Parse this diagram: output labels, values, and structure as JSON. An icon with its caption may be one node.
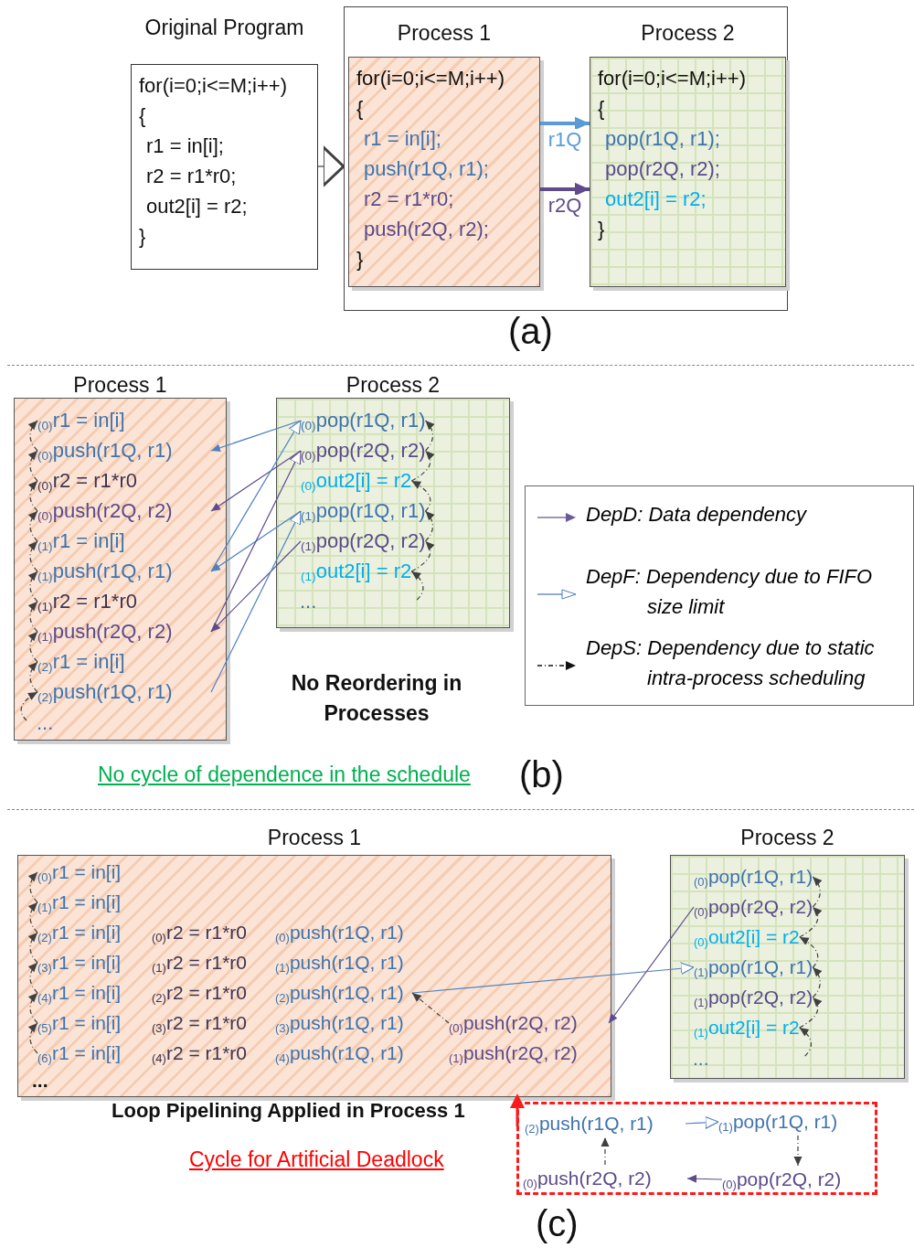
{
  "diagram": {
    "nodes": [
      {
        "text": [
          "Original Program",
          "for(i=0;i<=M;i++)",
          "{",
          "r1 = in[i];",
          "r2 = r1*r0;",
          "out2[i] = r2;",
          "}"
        ]
      },
      {
        "text": [],
        "shape": "box"
      },
      {
        "text": [
          "Process 1",
          "for(i=0;i<=M;i++)",
          "{",
          "r1 = in[i];",
          "push(r1Q, r1);",
          "r2 = r1*r0;",
          "push(r2Q, r2);",
          "}"
        ],
        "in": 1
      },
      {
        "text": [
          "Process 2",
          "for(i=0;i<=M;i++)",
          "{",
          "pop(r1Q, r1);",
          "pop(r2Q, r2);",
          "out2[i] = r2;",
          "}"
        ],
        "in": 1
      },
      {
        "text": [
          "Process 1"
        ]
      },
      {
        "text": [
          "$_{(0)}$r1 = in[i]"
        ],
        "in": 4
      },
      {
        "text": [
          "$_{(0)}$push(r1Q, r1)"
        ],
        "in": 4
      },
      {
        "text": [
          "$_{(0)}$r2 = r1*r0"
        ],
        "in": 4
      },
      {
        "text": [
          "$_{(0)}$push(r2Q, r2)"
        ],
        "in": 4
      },
      {
        "text": [
          "$_{(1)}$r1 = in[i]"
        ],
        "in": 4
      },
      {
        "text": [
          "$_{(1)}$push(r1Q, r1)"
        ],
        "in": 4
      },
      {
        "text": [
          "$_{(1)}$r2 = r1*r0"
        ],
        "in": 4
      },
      {
        "text": [
          "$_{(1)}$push(r2Q, r2)"
        ],
        "in": 4
      },
      {
        "text": [
          "$_{(2)}$r1 = in[i]"
        ],
        "in": 4
      },
      {
        "text": [
          "$_{(2)}$push(r1Q, r1)"
        ],
        "in": 4
      },
      {
        "text": [
          "Process 2"
        ]
      },
      {
        "text": [
          "$_{(0)}$pop(r1Q, r1)"
        ],
        "in": 15
      },
      {
        "text": [
          "$_{(0)}$pop(r2Q, r2)"
        ],
        "in": 15
      },
      {
        "text": [
          "$_{(0)}$out2[i] = r2"
        ],
        "in": 15
      },
      {
        "text": [
          "$_{(1)}$pop(r1Q, r1)"
        ],
        "in": 15
      },
      {
        "text": [
          "$_{(1)}$pop(r2Q, r2)"
        ],
        "in": 15
      },
      {
        "text": [
          "$_{(1)}$out2[i] = r2"
        ],
        "in": 15
      },
      {
        "text": [
          "Process 1"
        ]
      },
      {
        "text": [
          "$_{(0)}$r1 = in[i]"
        ],
        "in": 22
      },
      {
        "text": [
          "$_{(1)}$r1 = in[i]"
        ],
        "in": 22
      },
      {
        "text": [
          "$_{(2)}$r1 = in[i]"
        ],
        "in": 22
      },
      {
        "text": [
          "$_{(0)}$r2 = r1*r0"
        ],
        "in": 22
      },
      {
        "text": [
          "$_{(0)}$push(r1Q, r1)"
        ],
        "in": 22
      },
      {
        "text": [
          "$_{(3)}$r1 = in[i]"
        ],
        "in": 22
      },
      {
        "text": [
          "$_{(1)}$r2 = r1*r0"
        ],
        "in": 22
      },
      {
        "text": [
          "$_{(1)}$push(r1Q, r1)"
        ],
        "in": 22
      },
      {
        "text": [
          "$_{(4)}$r1 = in[i]"
        ],
        "in": 22
      },
      {
        "text": [
          "$_{(2)}$r2 = r1*r0"
        ],
        "in": 22
      },
      {
        "text": [
          "$_{(2)}$push(r1Q, r1)"
        ],
        "in": 22
      },
      {
        "text": [
          "$_{(5)}$r1 = in[i]"
        ],
        "in": 22
      },
      {
        "text": [
          "$_{(3)}$r2 = r1*r0"
        ],
        "in": 22
      },
      {
        "text": [
          "$_{(3)}$push(r1Q, r1)"
        ],
        "in": 22
      },
      {
        "text": [
          "$_{(0)}$push(r2Q, r2)"
        ],
        "in": 22
      },
      {
        "text": [
          "$_{(6)}$r1 = in[i]"
        ],
        "in": 22
      },
      {
        "text": [
          "$_{(4)}$r2 = r1*r0"
        ],
        "in": 22
      },
      {
        "text": [
          "$_{(4)}$push(r1Q, r1)"
        ],
        "in": 22
      },
      {
        "text": [
          "$_{(1)}$push(r2Q, r2)"
        ],
        "in": 22
      },
      {
        "text": [
          "Process 2"
        ]
      },
      {
        "text": [
          "$_{(0)}$pop(r1Q, r1)"
        ],
        "in": 42
      },
      {
        "text": [
          "$_{(0)}$pop(r2Q, r2)"
        ],
        "in": 42
      },
      {
        "text": [
          "$_{(0)}$out2[i] = r2"
        ],
        "in": 42
      },
      {
        "text": [
          "$_{(1)}$pop(r1Q, r1)"
        ],
        "in": 42
      },
      {
        "text": [
          "$_{(1)}$pop(r2Q, r2)"
        ],
        "in": 42
      },
      {
        "text": [
          "$_{(1)}$out2[i] = r2"
        ],
        "in": 42
      },
      {
        "text": [],
        "shape": "box"
      },
      {
        "text": [
          "$_{(2)}$push(r1Q, r1)"
        ],
        "in": 49
      },
      {
        "text": [
          "$_{(1)}$pop(r1Q, r1)"
        ],
        "in": 49
      },
      {
        "text": [
          "$_{(0)}$push(r2Q, r2)"
        ],
        "in": 49
      },
      {
        "text": [
          "$_{(0)}$pop(r2Q, r2)"
        ],
        "in": 49
      }
    ],
    "edges": [
      {
        "from": 0,
        "to": 1,
        "arrow": "to"
      },
      {
        "from": 2,
        "to": 3,
        "arrow": "to",
        "label": "r1Q",
        "style": "thick",
        "color": "#5b9bd5"
      },
      {
        "from": 2,
        "to": 3,
        "arrow": "to",
        "label": "r2Q",
        "style": "thick",
        "color": "#5f4b8b"
      },
      {
        "from": 16,
        "to": 6,
        "arrow": "to",
        "color": "#4f81bd"
      },
      {
        "from": 17,
        "to": 8,
        "arrow": "to",
        "color": "#5f4b8b"
      },
      {
        "from": 10,
        "to": 16,
        "arrow": "to",
        "color": "#4f81bd"
      },
      {
        "from": 19,
        "to": 10,
        "arrow": "to",
        "color": "#4f81bd"
      },
      {
        "from": 12,
        "to": 17,
        "arrow": "to",
        "color": "#5f4b8b"
      },
      {
        "from": 20,
        "to": 12,
        "arrow": "to",
        "color": "#5f4b8b"
      },
      {
        "from": 14,
        "to": 19,
        "arrow": "to",
        "color": "#4f81bd"
      },
      {
        "from": 6,
        "to": 5,
        "arrow": "to",
        "style": "dashed"
      },
      {
        "from": 7,
        "to": 6,
        "arrow": "to",
        "style": "dashed"
      },
      {
        "from": 8,
        "to": 7,
        "arrow": "to",
        "style": "dashed"
      },
      {
        "from": 9,
        "to": 8,
        "arrow": "to",
        "style": "dashed"
      },
      {
        "from": 10,
        "to": 9,
        "arrow": "to",
        "style": "dashed"
      },
      {
        "from": 11,
        "to": 10,
        "arrow": "to",
        "style": "dashed"
      },
      {
        "from": 12,
        "to": 11,
        "arrow": "to",
        "style": "dashed"
      },
      {
        "from": 13,
        "to": 12,
        "arrow": "to",
        "style": "dashed"
      },
      {
        "from": 14,
        "to": 13,
        "arrow": "to",
        "style": "dashed"
      },
      {
        "from": null,
        "to": 14,
        "arrow": "to",
        "style": "dashed"
      },
      {
        "from": 17,
        "to": 16,
        "arrow": "to",
        "style": "dashed"
      },
      {
        "from": 18,
        "to": 17,
        "arrow": "to",
        "style": "dashed"
      },
      {
        "from": 19,
        "to": 18,
        "arrow": "to",
        "style": "dashed"
      },
      {
        "from": 20,
        "to": 19,
        "arrow": "to",
        "style": "dashed"
      },
      {
        "from": 21,
        "to": 20,
        "arrow": "to",
        "style": "dashed"
      },
      {
        "from": null,
        "to": 21,
        "arrow": "to",
        "style": "dashed"
      },
      {
        "from": 44,
        "to": 37,
        "arrow": "to",
        "color": "#5f4b8b"
      },
      {
        "from": 33,
        "to": 46,
        "arrow": "to",
        "color": "#4f81bd"
      },
      {
        "from": 37,
        "to": 33,
        "arrow": "to",
        "style": "dashed"
      },
      {
        "from": 24,
        "to": 23,
        "arrow": "to",
        "style": "dashed"
      },
      {
        "from": 25,
        "to": 24,
        "arrow": "to",
        "style": "dashed"
      },
      {
        "from": 28,
        "to": 25,
        "arrow": "to",
        "style": "dashed"
      },
      {
        "from": 31,
        "to": 28,
        "arrow": "to",
        "style": "dashed"
      },
      {
        "from": 34,
        "to": 31,
        "arrow": "to",
        "style": "dashed"
      },
      {
        "from": 38,
        "to": 34,
        "arrow": "to",
        "style": "dashed"
      },
      {
        "from": 44,
        "to": 43,
        "arrow": "to",
        "style": "dashed"
      },
      {
        "from": 45,
        "to": 44,
        "arrow": "to",
        "style": "dashed"
      },
      {
        "from": 46,
        "to": 45,
        "arrow": "to",
        "style": "dashed"
      },
      {
        "from": 47,
        "to": 46,
        "arrow": "to",
        "style": "dashed"
      },
      {
        "from": 48,
        "to": 47,
        "arrow": "to",
        "style": "dashed"
      },
      {
        "from": null,
        "to": 48,
        "arrow": "to",
        "style": "dashed"
      },
      {
        "from": 50,
        "to": 51,
        "arrow": "to",
        "color": "#4f81bd"
      },
      {
        "from": 51,
        "to": 53,
        "arrow": "to",
        "style": "dashed"
      },
      {
        "from": 53,
        "to": 52,
        "arrow": "to",
        "color": "#5f4b8b"
      },
      {
        "from": 52,
        "to": 50,
        "arrow": "to",
        "style": "dashed"
      }
    ],
    "labels": [
      "(a)",
      "...",
      "...",
      "No Reordering in Processes",
      "No cycle of dependence in the schedule",
      "(b)",
      "...",
      "...",
      "Loop Pipelining Applied in Process 1",
      "Cycle for Artificial Deadlock",
      "(c)"
    ],
    "legend": [
      {
        "text": "DepD: Data dependency"
      },
      {
        "text": "DepF: Dependency due to FIFO size limit"
      },
      {
        "text": "DepS: Dependency due to static intra-process scheduling"
      }
    ]
  }
}
